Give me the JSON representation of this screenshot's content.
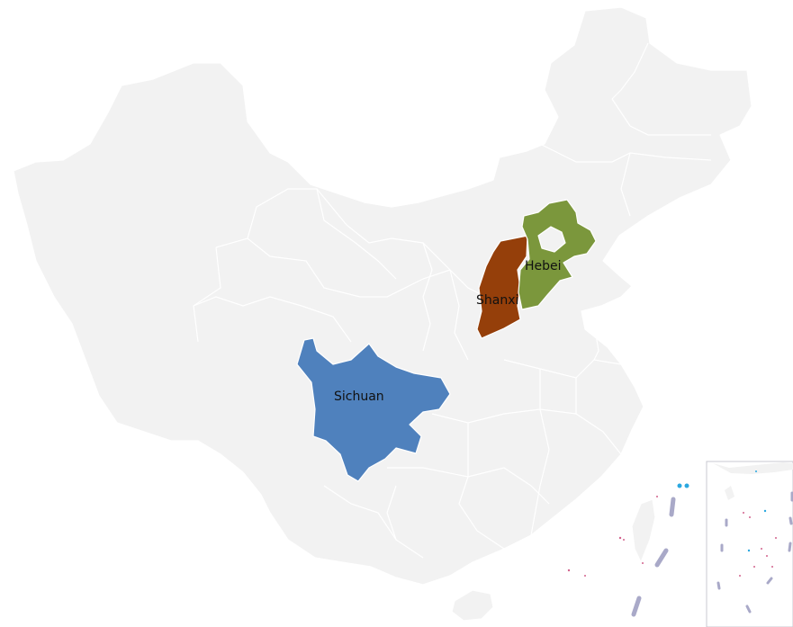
{
  "map": {
    "base_color": "#f2f2f2",
    "border_color": "#ffffff",
    "highlighted": [
      {
        "id": "sichuan",
        "label": "Sichuan",
        "color": "#4f81bd"
      },
      {
        "id": "shanxi",
        "label": "Shanxi",
        "color": "#953f0a"
      },
      {
        "id": "hebei",
        "label": "Hebei",
        "color": "#7b973c"
      }
    ]
  }
}
